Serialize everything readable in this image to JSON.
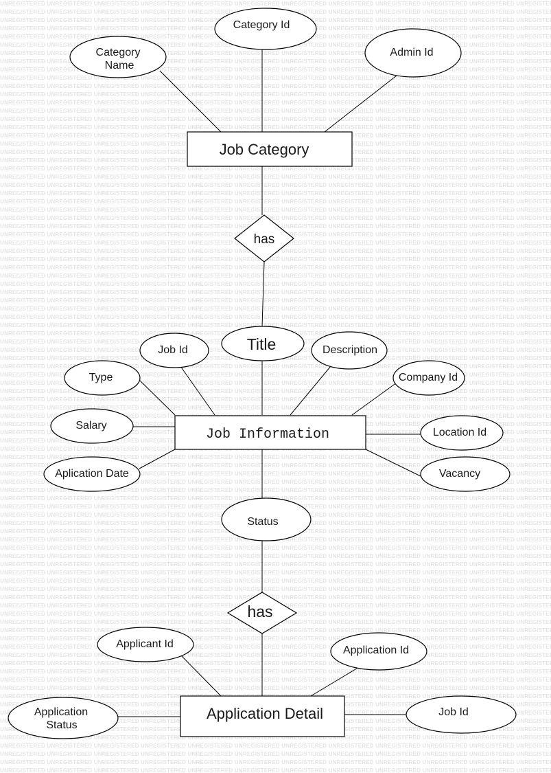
{
  "watermark": "UNREGISTERED",
  "entities": {
    "job_category": "Job Category",
    "job_information": "Job Information",
    "application_detail": "Application Detail"
  },
  "relationships": {
    "has_1": "has",
    "has_2": "has"
  },
  "attributes": {
    "category_id": "Category Id",
    "category_name": [
      "Category",
      "Name"
    ],
    "admin_id": "Admin Id",
    "title": "Title",
    "job_id_1": "Job Id",
    "description": "Description",
    "type": "Type",
    "company_id": "Company Id",
    "salary": "Salary",
    "location_id": "Location Id",
    "aplication_date": "Aplication Date",
    "vacancy": "Vacancy",
    "status": "Status",
    "applicant_id": "Applicant Id",
    "application_id": "Application Id",
    "application_status": [
      "Application",
      "Status"
    ],
    "job_id_2": "Job Id"
  }
}
